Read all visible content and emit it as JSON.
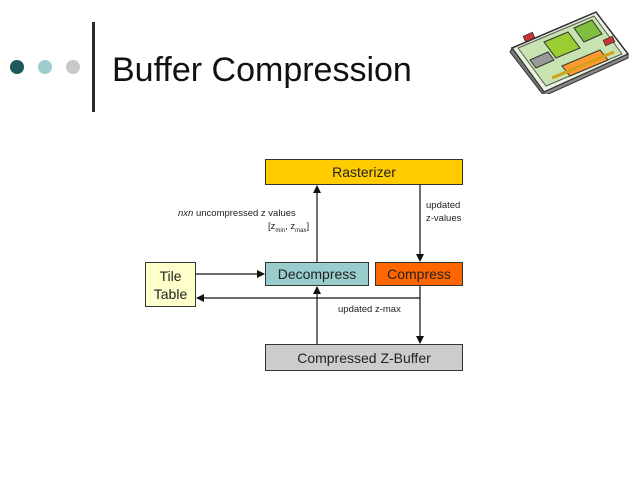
{
  "slide": {
    "title": "Buffer Compression"
  },
  "colors": {
    "dot1": "#1f5a5a",
    "dot2": "#9fcccc",
    "dot3": "#c8c8c8",
    "rasterizer": "#ffcc00",
    "decompress": "#99cccc",
    "compress": "#ff6600",
    "tile_table": "#ffffcc",
    "zbuffer": "#cccccc"
  },
  "diagram": {
    "rasterizer": "Rasterizer",
    "decompress": "Decompress",
    "compress": "Compress",
    "zbuffer": "Compressed Z-Buffer",
    "tile_table": {
      "line1": "Tile",
      "line2": "Table"
    },
    "labels": {
      "nxn_italic": "nxn",
      "uncompressed": " uncompressed z values",
      "zrange_open": "[z",
      "zmin": "min",
      "zsep": ", z",
      "zmax": "max",
      "zrange_close": "]",
      "updated_line1": "updated",
      "updated_line2": "z-values",
      "updated_zmax": "updated z-max"
    }
  },
  "icons": {
    "graphics_card": "graphics-card-icon"
  }
}
